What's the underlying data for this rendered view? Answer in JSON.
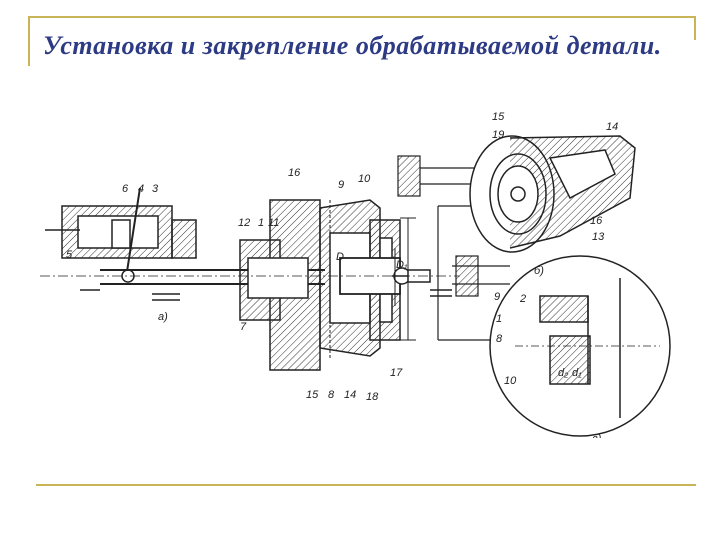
{
  "slide": {
    "title": "Установка и закрепление обрабатываемой детали.",
    "accent_color": "#c9b458",
    "title_color": "#2d3a84"
  },
  "drawing": {
    "view_labels": {
      "a": "а)",
      "b": "б)",
      "v": "в)"
    },
    "main_labels": {
      "n6": "6",
      "n4": "4",
      "n3": "3",
      "n5": "5",
      "n16": "16",
      "n9": "9",
      "n10": "10",
      "n12": "12",
      "n1": "1",
      "n11": "11",
      "n7": "7",
      "n15": "15",
      "n8": "8",
      "n14": "14",
      "n18": "18",
      "n17": "17",
      "D": "D",
      "D1": "D₁"
    },
    "view_b_labels": {
      "n15": "15",
      "n19": "19",
      "n14": "14",
      "n16": "16",
      "n13": "13"
    },
    "view_v_labels": {
      "n9": "9",
      "n2": "2",
      "n1": "1",
      "n8": "8",
      "n10": "10",
      "d1": "d₁",
      "d2": "d₂"
    }
  }
}
